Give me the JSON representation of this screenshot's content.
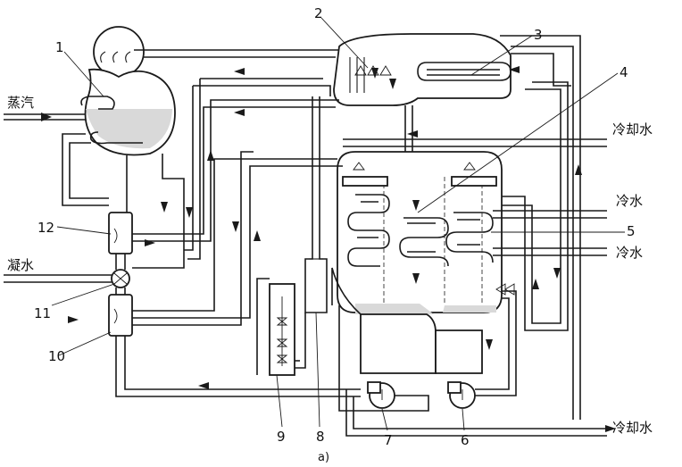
{
  "figure": {
    "caption": "a)",
    "labels": {
      "steam": "蒸汽",
      "condensate": "凝水",
      "cooling_water_out_top": "冷却水",
      "chilled_water_1": "冷水",
      "chilled_water_2": "冷水",
      "cooling_water_in_bottom": "冷却水"
    },
    "components": [
      "1",
      "2",
      "3",
      "4",
      "5",
      "6",
      "7",
      "8",
      "9",
      "10",
      "11",
      "12"
    ]
  }
}
